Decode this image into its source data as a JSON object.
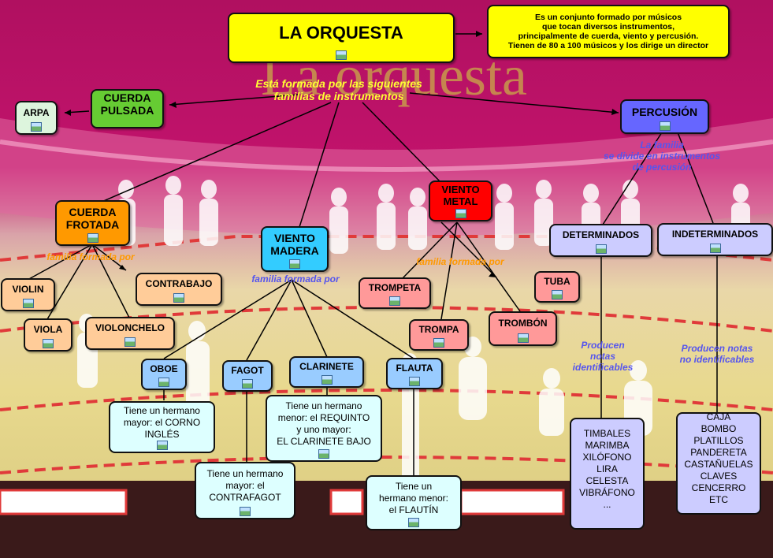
{
  "title": "LA ORQUESTA",
  "background_word": "La orquesta",
  "definition": "Es un conjunto formado por músicos\nque tocan diversos instrumentos,\nprincipalmente de cuerda, viento y percusión.\nTienen de 80 a 100 músicos y los dirige un director",
  "links": {
    "families": "Está formada por las siguientes\nfamilias de instrumentos",
    "cuerda_frotada": "familia formada por",
    "viento_madera": "familia formada por",
    "viento_metal": "familia formada por",
    "percusion": "La familia\nse divide en instrumentos\nde percusión",
    "determinados": "Producen\nnotas\nidentificables",
    "indeterminados": "Producen notas\nno identificables"
  },
  "nodes": {
    "cuerda_pulsada": "CUERDA\nPULSADA",
    "arpa": "ARPA",
    "percusion": "PERCUSIÓN",
    "cuerda_frotada": "CUERDA\nFROTADA",
    "viento_madera": "VIENTO\nMADERA",
    "viento_metal": "VIENTO\nMETAL",
    "violin": "VIOLIN",
    "viola": "VIOLA",
    "violonchelo": "VIOLONCHELO",
    "contrabajo": "CONTRABAJO",
    "oboe": "OBOE",
    "fagot": "FAGOT",
    "clarinete": "CLARINETE",
    "flauta": "FLAUTA",
    "trompeta": "TROMPETA",
    "trompa": "TROMPA",
    "trombon": "TROMBÓN",
    "tuba": "TUBA",
    "determinados": "DETERMINADOS",
    "indeterminados": "INDETERMINADOS"
  },
  "notes": {
    "oboe": "Tiene un hermano\nmayor: el CORNO\nINGLÉS",
    "fagot": "Tiene un hermano\nmayor: el\nCONTRAFAGOT",
    "clarinete": "Tiene un hermano\nmenor: el REQUINTO\ny uno mayor:\nEL CLARINETE BAJO",
    "flauta": "Tiene un\nhermano menor:\nel FLAUTÍN",
    "determinados": "TIMBALES\nMARIMBA\nXILÓFONO\nLIRA\nCELESTA\nVIBRÁFONO\n...",
    "indeterminados": "CAJA\nBOMBO\nPLATILLOS\nPANDERETA\nCASTAÑUELAS\nCLAVES\nCENCERRO\nETC"
  },
  "colors": {
    "title_bg": "#ffff00",
    "green": "#66cc33",
    "pale_green": "#ddf5dd",
    "percussion": "#6666ff",
    "orange": "#ff9900",
    "red": "#ff0000",
    "cyan": "#33ccff",
    "peach": "#ffcc99",
    "light_blue": "#99ccff",
    "pink": "#ff9999",
    "lavender": "#ccccff",
    "pale_cyan": "#ddffff",
    "link_orange": "#ff9900",
    "link_yellow": "#ffff33",
    "link_blue": "#5555ee"
  }
}
